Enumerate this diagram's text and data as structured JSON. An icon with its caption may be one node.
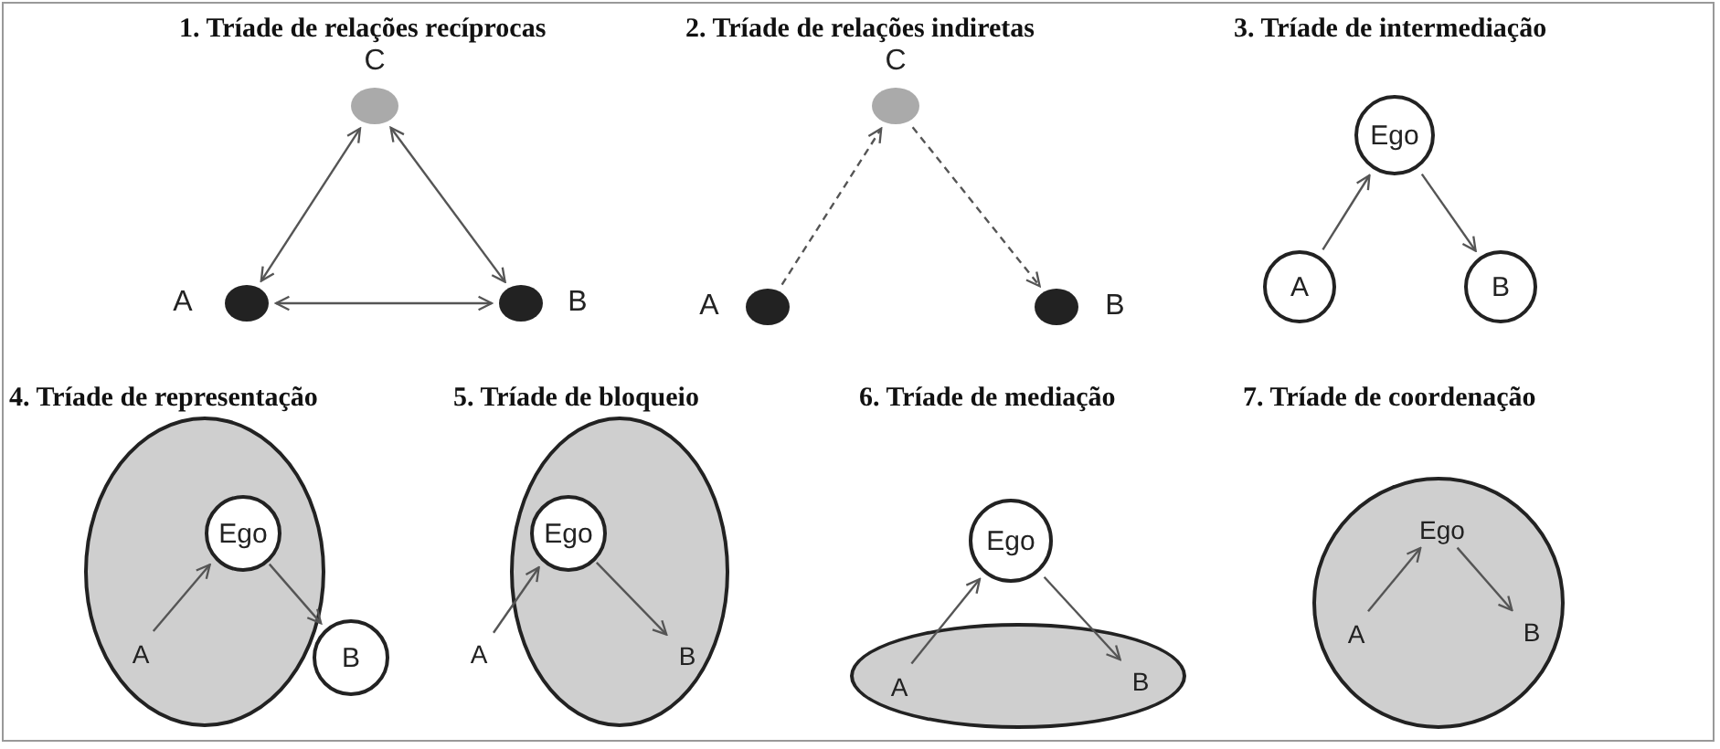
{
  "diagram": {
    "nodes": [
      {
        "text": [
          "C"
        ]
      },
      {
        "text": [
          "A"
        ]
      },
      {
        "text": [
          "B"
        ]
      },
      {
        "text": [
          "C"
        ]
      },
      {
        "text": [
          "A"
        ]
      },
      {
        "text": [
          "B"
        ]
      },
      {
        "text": [
          "Ego"
        ]
      },
      {
        "text": [
          "A"
        ]
      },
      {
        "text": [
          "B"
        ]
      },
      {
        "text": [],
        "shape": "ellipse"
      },
      {
        "text": [
          "Ego"
        ],
        "in": 9
      },
      {
        "text": [
          "A"
        ],
        "in": 9
      },
      {
        "text": [
          "B"
        ]
      },
      {
        "text": [],
        "shape": "ellipse"
      },
      {
        "text": [
          "Ego"
        ],
        "in": 13
      },
      {
        "text": [
          "A"
        ]
      },
      {
        "text": [
          "B"
        ],
        "in": 13
      },
      {
        "text": [
          "Ego"
        ]
      },
      {
        "text": [],
        "shape": "ellipse"
      },
      {
        "text": [
          "A"
        ],
        "in": 18
      },
      {
        "text": [
          "B"
        ],
        "in": 18
      },
      {
        "text": [],
        "shape": "circle"
      },
      {
        "text": [
          "Ego"
        ],
        "in": 21
      },
      {
        "text": [
          "A"
        ],
        "in": 21
      },
      {
        "text": [
          "B"
        ],
        "in": 21
      }
    ],
    "edges": [
      {
        "from": 1,
        "to": 0,
        "arrow": "both"
      },
      {
        "from": 0,
        "to": 2,
        "arrow": "both"
      },
      {
        "from": 1,
        "to": 2,
        "arrow": "both"
      },
      {
        "from": 4,
        "to": 3,
        "arrow": "to",
        "style": "dashed"
      },
      {
        "from": 3,
        "to": 5,
        "arrow": "to",
        "style": "dashed"
      },
      {
        "from": 7,
        "to": 6,
        "arrow": "to"
      },
      {
        "from": 6,
        "to": 8,
        "arrow": "to"
      },
      {
        "from": 11,
        "to": 10,
        "arrow": "to"
      },
      {
        "from": 10,
        "to": 12,
        "arrow": "to"
      },
      {
        "from": 15,
        "to": 14,
        "arrow": "to"
      },
      {
        "from": 14,
        "to": 16,
        "arrow": "to"
      },
      {
        "from": 19,
        "to": 17,
        "arrow": "to"
      },
      {
        "from": 17,
        "to": 20,
        "arrow": "to"
      },
      {
        "from": 23,
        "to": 22,
        "arrow": "to"
      },
      {
        "from": 22,
        "to": 24,
        "arrow": "to"
      }
    ],
    "labels": [
      "1. Tríade de relações recíprocas",
      "2. Tríade de relações indiretas",
      "3. Tríade de intermediação",
      "4. Tríade de representação",
      "5. Tríade de bloqueio",
      "6. Tríade de mediação",
      "7. Tríade de coordenação"
    ]
  }
}
